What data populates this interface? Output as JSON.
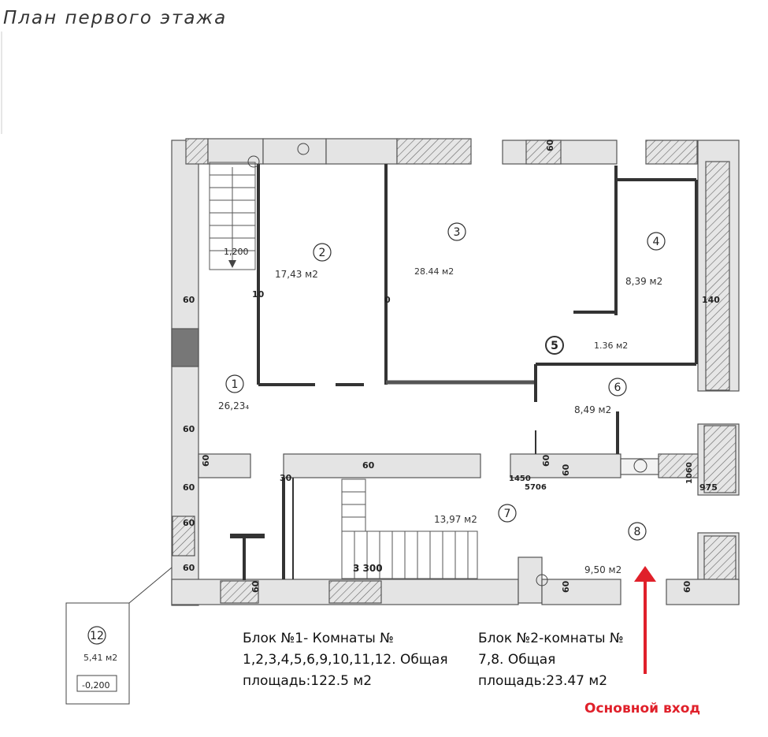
{
  "title": "План первого этажа",
  "rooms": [
    {
      "num": "1",
      "area": "26,23₄"
    },
    {
      "num": "2",
      "area": "17,43 м2"
    },
    {
      "num": "3",
      "area": "28.44 м2"
    },
    {
      "num": "4",
      "area": "8,39 м2"
    },
    {
      "num": "5",
      "area": "1.36 м2"
    },
    {
      "num": "6",
      "area": "8,49 м2"
    },
    {
      "num": "7",
      "area": "13,97 м2"
    },
    {
      "num": "8",
      "area": "9,50 м2"
    },
    {
      "num": "12",
      "area": "5,41 м2"
    }
  ],
  "dimensions": {
    "wall_60": "60",
    "wall_140": "140",
    "stair_1": "1,200",
    "stair_2": "3 300",
    "level": "-0,200",
    "d30": "30",
    "d10": "10",
    "d1450": "1450",
    "d5706": "5706",
    "d1060": "1060",
    "d975": "975",
    "d0": "0"
  },
  "notes": {
    "block1": "Блок №1- Комнаты № 1,2,3,4,5,6,9,10,11,12. Общая площадь:122.5 м2",
    "block2": "Блок №2-комнаты № 7,8. Общая площадь:23.47 м2"
  },
  "entrance_label": "Основной вход",
  "colors": {
    "wall": "#999999",
    "hatch": "#555555",
    "arrow": "#e0202a",
    "line": "#222222"
  }
}
